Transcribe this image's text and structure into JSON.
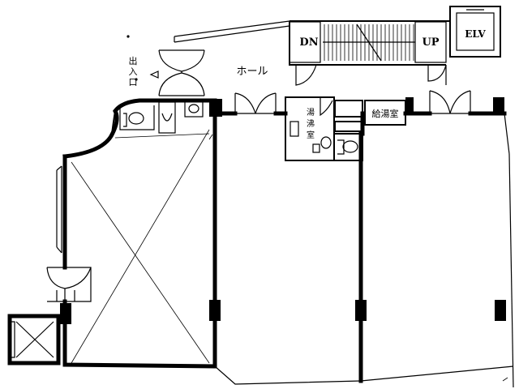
{
  "labels": {
    "entrance_1": "出",
    "entrance_2": "入",
    "entrance_3": "口",
    "hall": "ホール",
    "down": "DN",
    "up": "UP",
    "elevator": "ELV",
    "kitchen_1": "湯",
    "kitchen_2": "沸",
    "kitchen_3": "室",
    "storage": "給湯室"
  }
}
